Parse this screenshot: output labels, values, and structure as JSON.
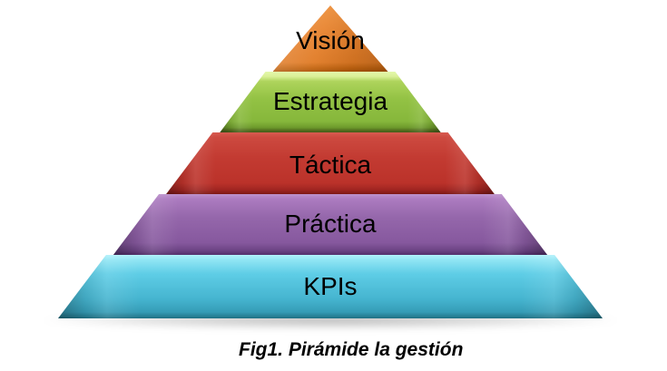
{
  "figure": {
    "caption": "Fig1. Pirámide la gestión",
    "background": "#FFFFFF",
    "text_color": "#000000"
  },
  "pyramid": {
    "type": "pyramid-diagram",
    "levels": [
      {
        "label": "Visión",
        "color": "#E8832E"
      },
      {
        "label": "Estrategia",
        "color": "#93C244"
      },
      {
        "label": "Táctica",
        "color": "#C33B32"
      },
      {
        "label": "Práctica",
        "color": "#9567AB"
      },
      {
        "label": "KPIs",
        "color": "#45B4CF"
      }
    ]
  }
}
